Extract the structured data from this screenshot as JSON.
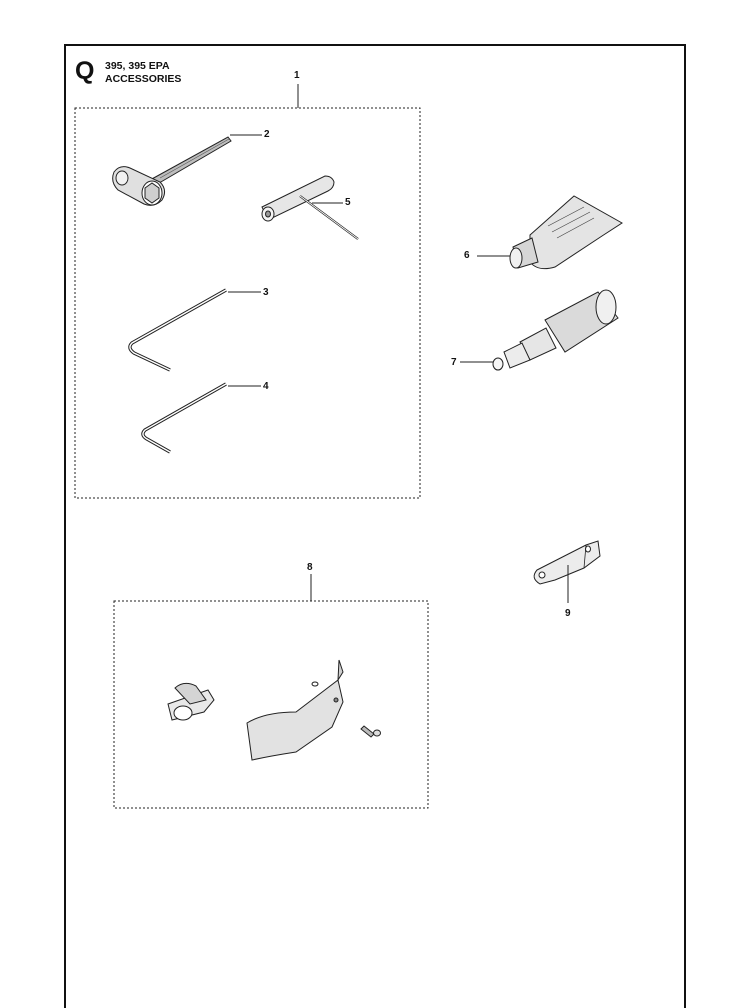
{
  "header": {
    "section_letter": "Q",
    "model": "395, 395 EPA",
    "section_name": "ACCESSORIES"
  },
  "callouts": {
    "c1": "1",
    "c2": "2",
    "c3": "3",
    "c4": "4",
    "c5": "5",
    "c6": "6",
    "c7": "7",
    "c8": "8",
    "c9": "9"
  }
}
